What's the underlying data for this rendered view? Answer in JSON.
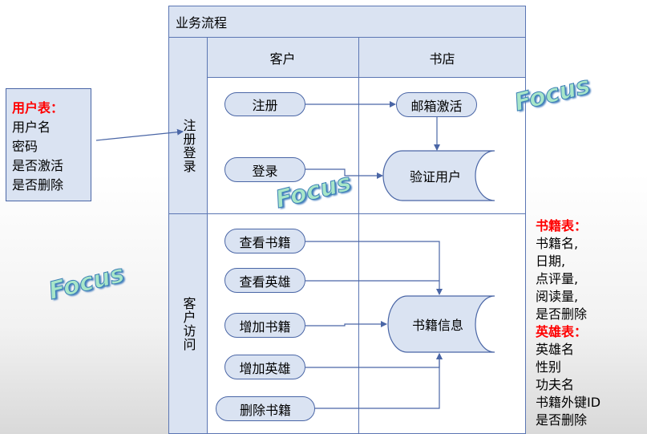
{
  "title": "业务流程",
  "columns": {
    "customer": "客户",
    "bookstore": "书店"
  },
  "rows": {
    "register_login": "注册登录",
    "customer_access": "客户访问"
  },
  "nodes": {
    "register": "注册",
    "login": "登录",
    "email_activate": "邮箱激活",
    "verify_user": "验证用户",
    "view_books": "查看书籍",
    "view_heroes": "查看英雄",
    "add_book": "增加书籍",
    "add_hero": "增加英雄",
    "delete_book": "删除书籍",
    "book_info": "书籍信息"
  },
  "user_table": {
    "title": "用户表：",
    "fields": [
      "用户名",
      "密码",
      "是否激活",
      "是否删除"
    ]
  },
  "book_table": {
    "title": "书籍表：",
    "fields": [
      "书籍名,",
      "日期,",
      "点评量,",
      "阅读量,",
      "是否删除"
    ]
  },
  "hero_table": {
    "title": "英雄表：",
    "fields": [
      "英雄名",
      "性别",
      "功夫名",
      "书籍外键ID",
      "是否删除"
    ]
  },
  "watermark": "Focus",
  "colors": {
    "fill": "#dae3f2",
    "stroke": "#4a66a6",
    "note_title": "#ff0000"
  }
}
